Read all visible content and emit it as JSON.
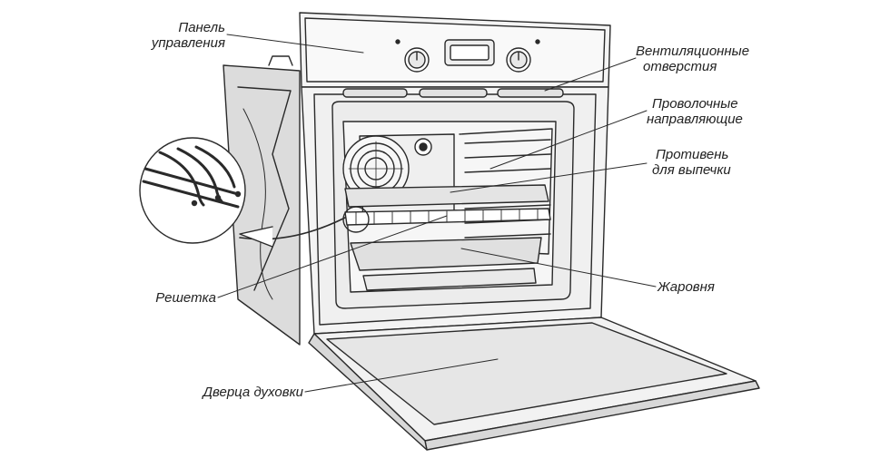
{
  "labels": {
    "control_panel": [
      "Панель",
      "управления"
    ],
    "vents": [
      "Вентиляционные",
      "отверстия"
    ],
    "wire_guides": [
      "Проволочные",
      "направляющие"
    ],
    "baking_tray": [
      "Противень",
      "для выпечки"
    ],
    "grill_rack": "Решетка",
    "roasting_pan": "Жаровня",
    "oven_door": "Дверца духовки"
  },
  "colors": {
    "line": "#2a2a2a",
    "body_fill": "#f4f4f4",
    "cavity_fill": "#ececec",
    "glass_fill": "#e6e6e6",
    "side_panel": "#dcdcdc"
  }
}
